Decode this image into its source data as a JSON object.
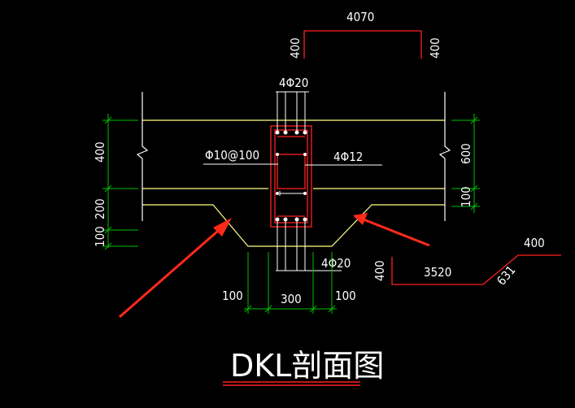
{
  "title": "DKL剖面图",
  "rebar": {
    "top_bars": "4Φ20",
    "bottom_bars": "4Φ20",
    "stirrups": "Φ10@100",
    "side_bars": "4Φ12"
  },
  "dims": {
    "top_span": "4070",
    "top_left_height": "400",
    "top_right_height": "400",
    "left_400": "400",
    "left_200": "200",
    "left_100": "100",
    "right_600": "600",
    "right_100": "100",
    "bottom_100_left": "100",
    "bottom_300": "300",
    "bottom_100_right": "100",
    "detail_400_left": "400",
    "detail_3520": "3520",
    "detail_400_top": "400",
    "detail_631": "631"
  },
  "colors": {
    "background": "#000000",
    "concrete": "#ffff80",
    "dimension": "#00c000",
    "detail_line": "#ff2020",
    "rebar_white": "#ffffff",
    "arrow": "#ff2a1a"
  }
}
